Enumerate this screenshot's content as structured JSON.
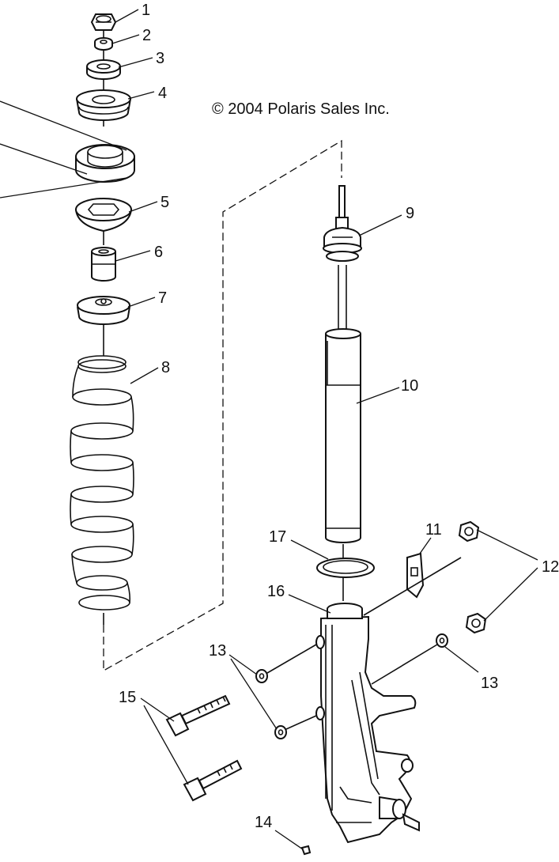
{
  "copyright": "© 2004 Polaris Sales Inc.",
  "callouts": [
    "1",
    "2",
    "3",
    "4",
    "5",
    "6",
    "7",
    "8",
    "9",
    "10",
    "11",
    "12",
    "13",
    "13",
    "14",
    "15",
    "16",
    "17"
  ],
  "parts": [
    {
      "ref": "1",
      "name": "nut"
    },
    {
      "ref": "2",
      "name": "washer"
    },
    {
      "ref": "3",
      "name": "washer"
    },
    {
      "ref": "4",
      "name": "upper-mount"
    },
    {
      "ref": "5",
      "name": "bump-stop-cup"
    },
    {
      "ref": "6",
      "name": "spacer"
    },
    {
      "ref": "7",
      "name": "spring-seat"
    },
    {
      "ref": "8",
      "name": "coil-spring"
    },
    {
      "ref": "9",
      "name": "bumper"
    },
    {
      "ref": "10",
      "name": "strut-cartridge"
    },
    {
      "ref": "11",
      "name": "clip"
    },
    {
      "ref": "12",
      "name": "lock-nut"
    },
    {
      "ref": "13",
      "name": "washer"
    },
    {
      "ref": "14",
      "name": "fitting"
    },
    {
      "ref": "15",
      "name": "bolt"
    },
    {
      "ref": "16",
      "name": "strut-housing"
    },
    {
      "ref": "17",
      "name": "ring"
    }
  ]
}
